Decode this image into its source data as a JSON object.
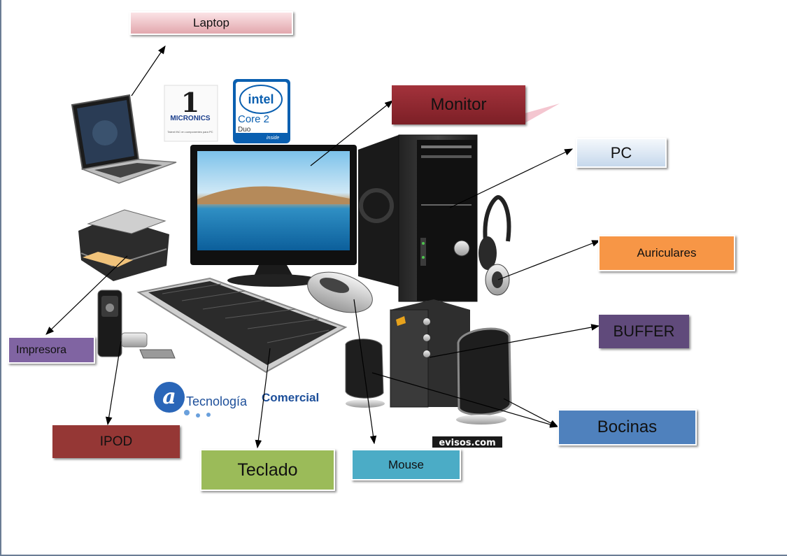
{
  "labels": {
    "laptop": "Laptop",
    "monitor": "Monitor",
    "pc": "PC",
    "auriculares": "Auriculares",
    "buffer": "BUFFER",
    "impresora": "Impresora",
    "ipod": "IPOD",
    "teclado": "Teclado",
    "mouse": "Mouse",
    "bocinas": "Bocinas"
  },
  "logos": {
    "micronics_number": "1",
    "micronics_name": "MICRONICS",
    "micronics_tagline": "Talent INC en componentes para PC",
    "intel_brand": "intel",
    "intel_model": "Core 2",
    "intel_variant": "Duo",
    "intel_inside": "inside",
    "tecnologia_word": "Tecnología",
    "comercial_word": "Comercial",
    "watermark": "evisos.com"
  },
  "colors": {
    "laptop": "#e8b4ba",
    "monitor": "#8b252d",
    "pc": "#dbe6f3",
    "auriculares": "#f79646",
    "buffer": "#604a7b",
    "impresora": "#8064a2",
    "ipod": "#953735",
    "teclado": "#9bbb59",
    "mouse": "#4bacc6",
    "bocinas": "#4f81bd"
  }
}
